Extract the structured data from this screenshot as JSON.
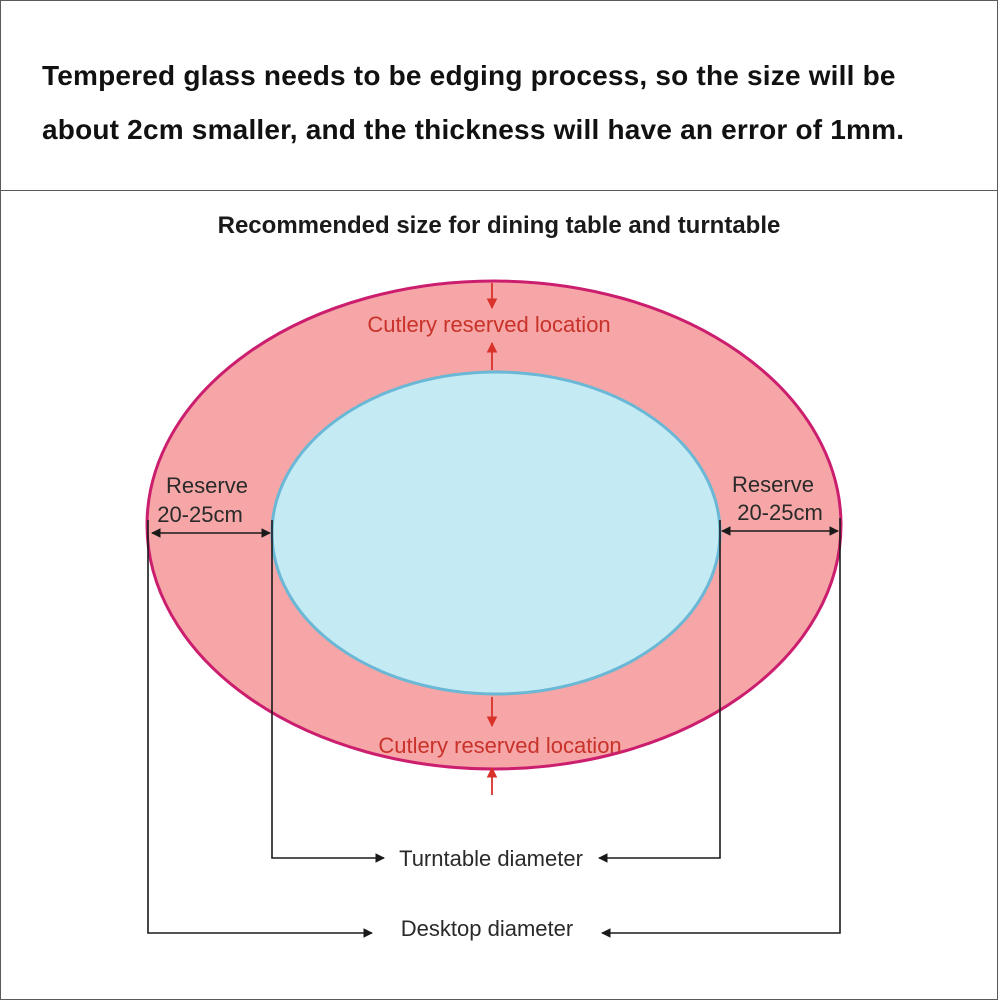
{
  "notice": {
    "line1": "Tempered glass needs to be edging process, so the size will be",
    "line2": "about 2cm smaller, and the thickness will have an error of 1mm."
  },
  "diagram": {
    "title": "Recommended size for dining table and turntable",
    "cutlery_top": "Cutlery reserved location",
    "cutlery_bottom": "Cutlery reserved location",
    "reserve_left": {
      "line1": "Reserve",
      "line2": "20-25cm"
    },
    "reserve_right": {
      "line1": "Reserve",
      "line2": "20-25cm"
    },
    "turntable_diameter": "Turntable diameter",
    "desktop_diameter": "Desktop diameter"
  },
  "colors": {
    "table_fill": "#f6a6a6",
    "table_outline": "#cc1e6e",
    "turntable_fill": "#c4ebf3",
    "turntable_outline": "#6ab7d6",
    "arrow_red": "#d8322a",
    "dimension_line": "#1a1a1a"
  }
}
